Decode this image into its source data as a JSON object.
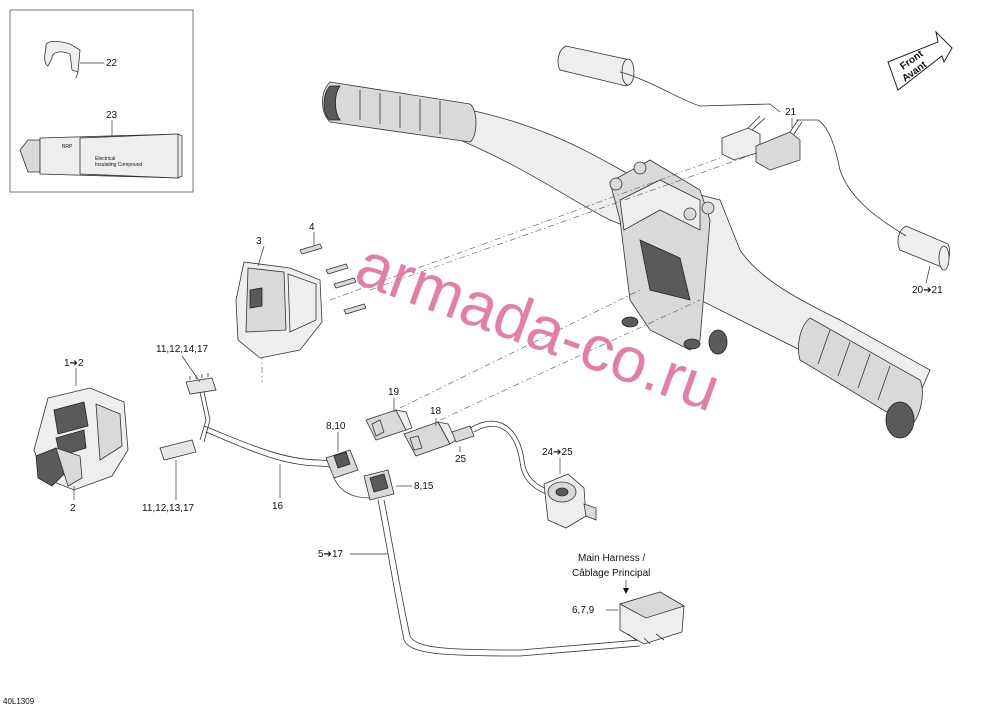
{
  "figure_code": "40L1309",
  "watermark": "armada-co.ru",
  "direction": {
    "line1": "Front",
    "line2": "Avant"
  },
  "tube_label": {
    "brand": "BRP",
    "line1": "Electrical",
    "line2": "Insulating Compound"
  },
  "callouts": {
    "c22": "22",
    "c23": "23",
    "c21": "21",
    "c20": "20➔21",
    "c3": "3",
    "c4": "4",
    "c1": "1➔2",
    "c2": "2",
    "c11a": "11,12,14,17",
    "c11b": "11,12,13,17",
    "c16": "16",
    "c19": "19",
    "c18": "18",
    "c25": "25",
    "c8a": "8,10",
    "c8b": "8,15",
    "c24": "24➔25",
    "c5": "5➔17",
    "c6": "6,7,9"
  },
  "harness_label": {
    "line1": "Main Harness /",
    "line2": "Câblage Principal"
  }
}
